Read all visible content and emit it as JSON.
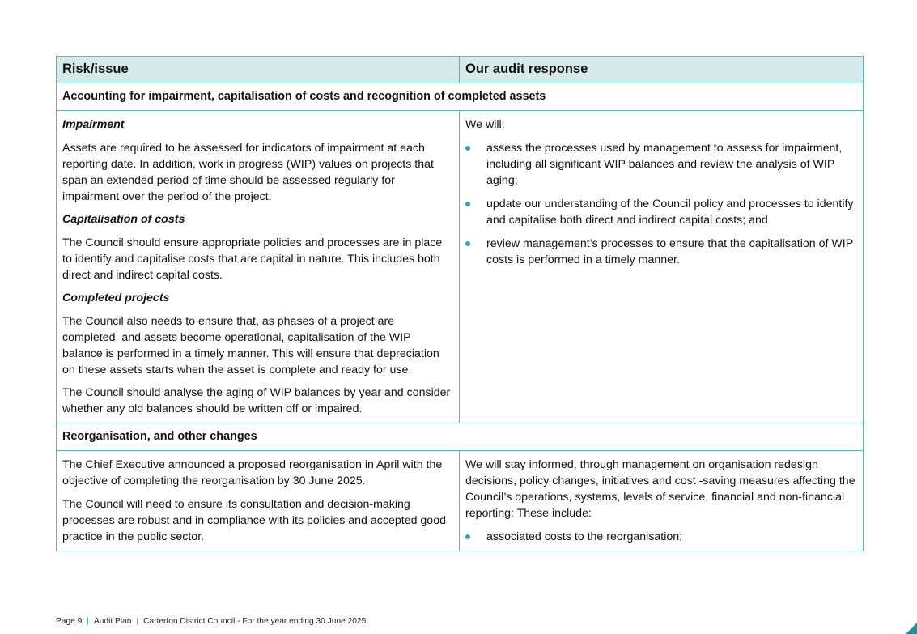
{
  "table": {
    "headers": [
      "Risk/issue",
      "Our audit response"
    ],
    "section1": {
      "title": "Accounting for impairment, capitalisation of costs and recognition of completed assets",
      "risk": {
        "impairment_heading": "Impairment",
        "impairment_text": "Assets are required to be assessed for indicators of impairment at each reporting date. In addition, work in progress (WIP) values on projects that span an extended period of time should be assessed regularly for impairment over the period of the project.",
        "capitalisation_heading": "Capitalisation of costs",
        "capitalisation_text": "The Council should ensure appropriate policies and processes are in place to identify and capitalise costs that are capital in nature. This includes both direct and indirect capital costs.",
        "completed_heading": "Completed projects",
        "completed_text": "The Council also needs to ensure that, as phases of a project are completed, and assets become operational, capitalisation of the WIP balance is performed in a timely manner. This will ensure that depreciation on these assets starts when the asset is complete and ready for use.",
        "aging_text": "The Council should analyse the aging of WIP balances by year and consider whether any old balances should be written off or impaired."
      },
      "response": {
        "intro": "We will:",
        "bullets": [
          "assess the processes used by management to assess for impairment, including all significant WIP balances and review the analysis of WIP aging;",
          "update our understanding of the Council policy and processes to identify and capitalise both direct and indirect capital costs; and",
          "review management’s processes to ensure that the capitalisation of WIP costs is performed in a timely manner."
        ]
      }
    },
    "section2": {
      "title": "Reorganisation, and other changes",
      "risk": {
        "p1": "The Chief Executive announced a proposed reorganisation in April with the objective of completing the reorganisation by 30 June 2025.",
        "p2": "The Council will need to ensure its consultation and decision-making processes are robust and in compliance with its policies and accepted good practice in the public sector."
      },
      "response": {
        "intro": "We will stay informed, through management on organisation redesign decisions, policy changes, initiatives and cost -saving measures affecting the Council’s operations, systems, levels of service, financial and non-financial reporting: These include:",
        "bullets": [
          "associated costs to the reorganisation;"
        ]
      }
    }
  },
  "footer": {
    "page": "Page 9",
    "doc": "Audit Plan",
    "entity": "Carterton District Council - For the year ending 30 June 2025",
    "separator": "|"
  },
  "colors": {
    "accent": "#2aa6a6",
    "header_bg": "#d5eaea",
    "border": "#5fb3b3"
  }
}
